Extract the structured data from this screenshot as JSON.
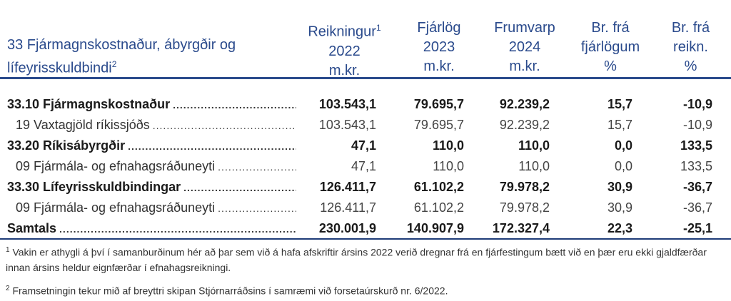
{
  "header": {
    "title_line1": "33 Fjármagnskostnaður, ábyrgðir og",
    "title_line2": "lífeyrisskuldbindi",
    "title_sup": "2",
    "columns": [
      {
        "line1": "Reikningur",
        "sup": "1",
        "line2": "2022",
        "line3": "m.kr."
      },
      {
        "line1": "Fjárlög",
        "sup": "",
        "line2": "2023",
        "line3": "m.kr."
      },
      {
        "line1": "Frumvarp",
        "sup": "",
        "line2": "2024",
        "line3": "m.kr."
      },
      {
        "line1": "Br. frá",
        "sup": "",
        "line2": "fjárlögum",
        "line3": "%"
      },
      {
        "line1": "Br. frá",
        "sup": "",
        "line2": "reikn.",
        "line3": "%"
      }
    ]
  },
  "rows": [
    {
      "label": "33.10 Fjármagnskostnaður",
      "bold": true,
      "values": [
        "103.543,1",
        "79.695,7",
        "92.239,2",
        "15,7",
        "-10,9"
      ]
    },
    {
      "label": "19 Vaxtagjöld ríkissjóðs",
      "bold": false,
      "values": [
        "103.543,1",
        "79.695,7",
        "92.239,2",
        "15,7",
        "-10,9"
      ]
    },
    {
      "label": "33.20 Ríkisábyrgðir",
      "bold": true,
      "values": [
        "47,1",
        "110,0",
        "110,0",
        "0,0",
        "133,5"
      ]
    },
    {
      "label": "09 Fjármála- og efnahagsráðuneyti",
      "bold": false,
      "values": [
        "47,1",
        "110,0",
        "110,0",
        "0,0",
        "133,5"
      ]
    },
    {
      "label": "33.30 Lífeyrisskuldbindingar",
      "bold": true,
      "values": [
        "126.411,7",
        "61.102,2",
        "79.978,2",
        "30,9",
        "-36,7"
      ]
    },
    {
      "label": "09 Fjármála- og efnahagsráðuneyti",
      "bold": false,
      "values": [
        "126.411,7",
        "61.102,2",
        "79.978,2",
        "30,9",
        "-36,7"
      ]
    },
    {
      "label": "Samtals",
      "bold": true,
      "values": [
        "230.001,9",
        "140.907,9",
        "172.327,4",
        "22,3",
        "-25,1"
      ]
    }
  ],
  "notes": {
    "note1_sup": "1",
    "note1": " Vakin er athygli á því í samanburðinum hér að þar sem við á hafa afskriftir ársins 2022 verið dregnar frá en fjárfestingum bætt við en þær eru ekki gjaldfærðar innan ársins heldur eignfærðar í efnahagsreikningi.",
    "note2_sup": "2",
    "note2": " Framsetningin tekur mið af breyttri skipan Stjórnarráðsins í samræmi við forsetaúrskurð nr. 6/2022."
  },
  "colors": {
    "header_blue": "#2a4a8c"
  }
}
